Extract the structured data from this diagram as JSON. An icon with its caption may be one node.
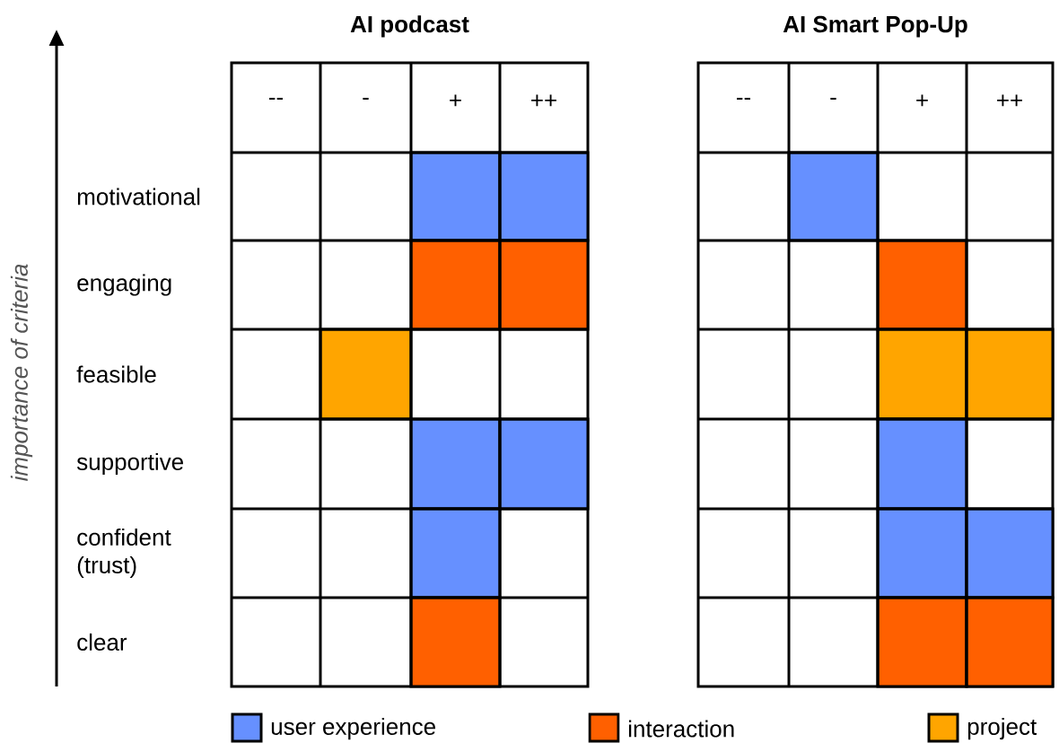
{
  "diagram": {
    "nodes": [
      {
        "text": [
          "AI podcast"
        ]
      },
      {
        "text": [
          "AI Smart Pop-Up"
        ]
      },
      {
        "text": [],
        "shape": "box",
        "in": 0
      },
      {
        "text": [],
        "shape": "box",
        "in": 0
      },
      {
        "text": [],
        "shape": "box",
        "in": 0
      },
      {
        "text": [],
        "shape": "box",
        "in": 0
      },
      {
        "text": [],
        "shape": "box",
        "in": 0
      },
      {
        "text": [],
        "shape": "box",
        "in": 0
      },
      {
        "text": [],
        "shape": "box",
        "in": 0
      },
      {
        "text": [],
        "shape": "box",
        "in": 0
      },
      {
        "text": [],
        "shape": "box",
        "in": 0
      },
      {
        "text": [],
        "shape": "box",
        "in": 1
      },
      {
        "text": [],
        "shape": "box",
        "in": 1
      },
      {
        "text": [],
        "shape": "box",
        "in": 1
      },
      {
        "text": [],
        "shape": "box",
        "in": 1
      },
      {
        "text": [],
        "shape": "box",
        "in": 1
      },
      {
        "text": [],
        "shape": "box",
        "in": 1
      },
      {
        "text": [],
        "shape": "box",
        "in": 1
      },
      {
        "text": [],
        "shape": "box",
        "in": 1
      },
      {
        "text": [],
        "shape": "box",
        "in": 1
      }
    ],
    "labels": [
      "importance of criteria",
      "--",
      "-",
      "+",
      "++",
      "--",
      "-",
      "+",
      "++",
      "motivational",
      "engaging",
      "feasible",
      "supportive",
      "confident (trust)",
      "clear"
    ],
    "legend": [
      {
        "text": "user experience",
        "color": "#6690ff"
      },
      {
        "text": "interaction",
        "color": "#ff6000"
      },
      {
        "text": "project",
        "color": "#ffa500"
      }
    ]
  }
}
